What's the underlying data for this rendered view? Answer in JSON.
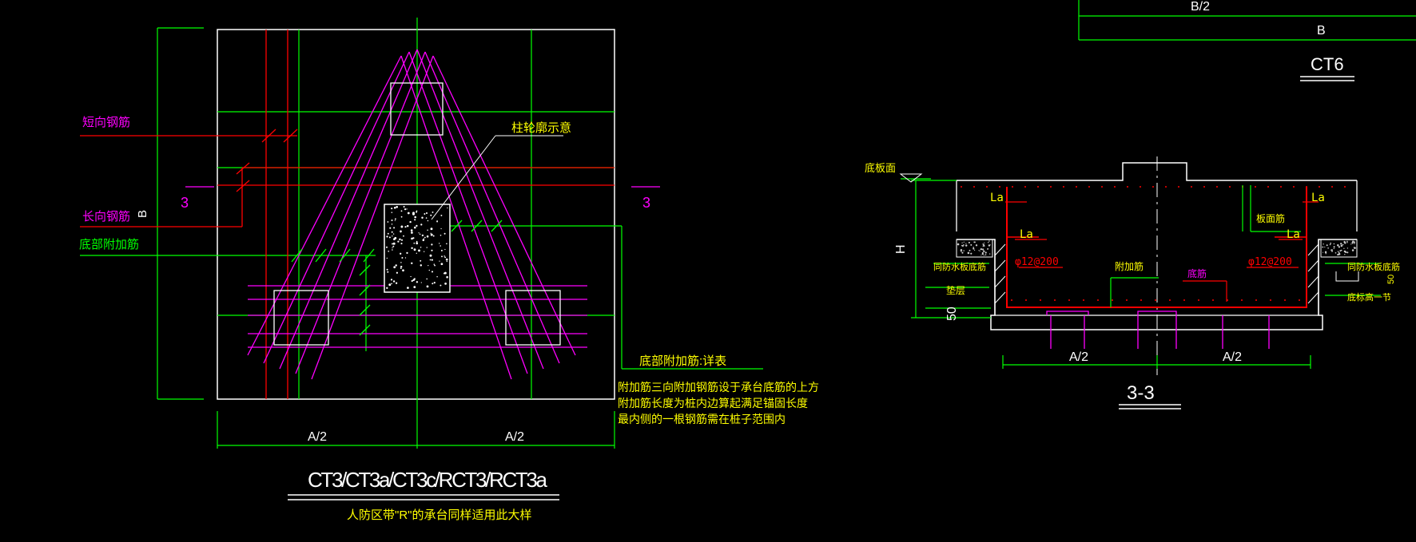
{
  "colors": {
    "background": "#000000",
    "white": "#ffffff",
    "green": "#00ff00",
    "red": "#ff0000",
    "magenta": "#ff00ff",
    "yellow": "#ffff00",
    "concrete": "#cccccc"
  },
  "plan": {
    "section_mark_left": "3",
    "section_mark_right": "3",
    "dim_left": "B",
    "dim_bottom_left": "A/2",
    "dim_bottom_right": "A/2",
    "label_transverse_bar": "短向钢筋",
    "label_longitudinal_bar": "长向钢筋",
    "label_bottom_additional_bar": "底部附加筋",
    "label_column": "柱轮廓示意",
    "note_title": "底部附加筋:详表",
    "note_lines": [
      "附加筋三向附加钢筋设于承台底筋的上方",
      "附加筋长度为桩内边算起满足锚固长度",
      "最内侧的一根钢筋需在桩子范围内"
    ],
    "title": "CT3/CT3a/CT3c/RCT3/RCT3a",
    "subtitle": "人防区带\"R\"的承台同样适用此大样"
  },
  "ct6": {
    "dim_half": "B/2",
    "dim_full": "B",
    "title": "CT6"
  },
  "section": {
    "label_floor_level": "底板面",
    "label_height": "H",
    "label_50": "50",
    "la_labels": [
      "La",
      "La",
      "La",
      "La"
    ],
    "label_face_bar": "板面筋",
    "label_rebar_left": "φ12@200",
    "label_rebar_right": "φ12@200",
    "label_additional": "附加筋",
    "label_bottom_bar": "底筋",
    "label_waterproof_left": "同防水板底筋",
    "label_cushion": "垫层",
    "label_waterproof_right": "同防水板底筋",
    "label_bottom_right": "底标高一节",
    "label_right_vertical": "50",
    "dim_bottom_left": "A/2",
    "dim_bottom_right": "A/2",
    "title": "3-3"
  }
}
